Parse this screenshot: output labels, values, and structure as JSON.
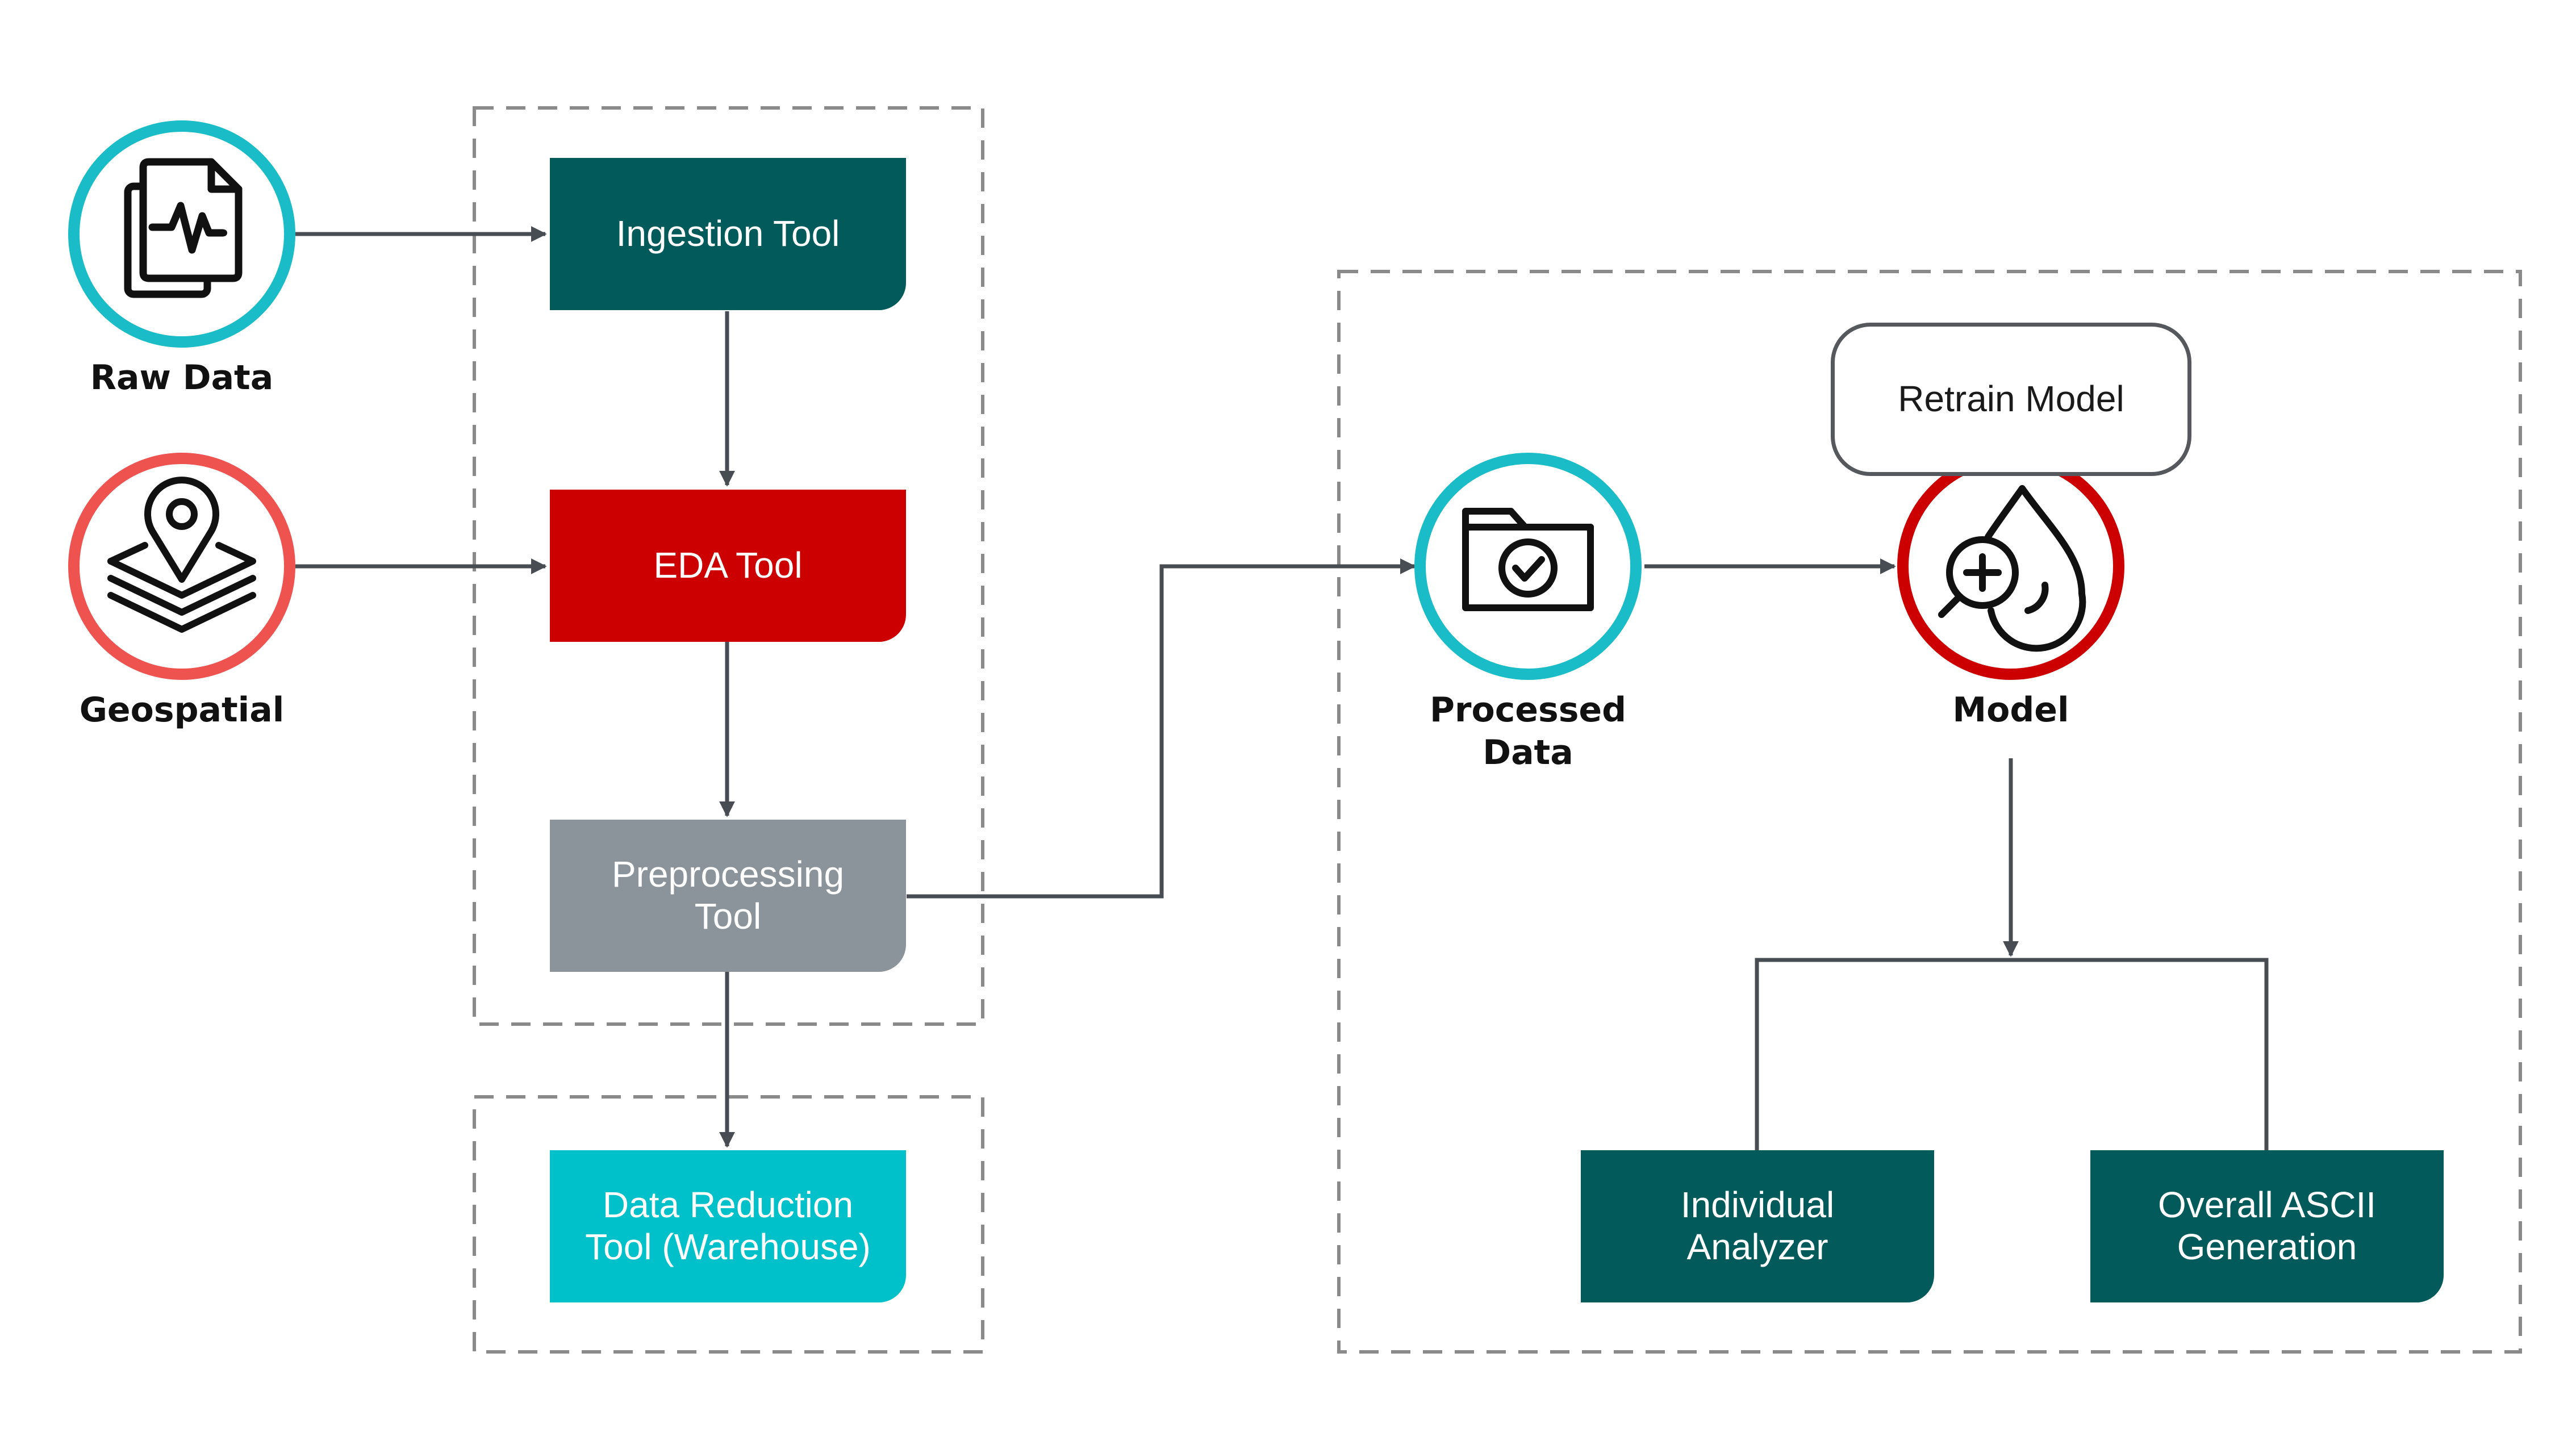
{
  "colors": {
    "teal_dark": "#025a5b",
    "red": "#cc0000",
    "gray": "#8c949b",
    "cyan": "#00c1c9",
    "cyan_ring": "#19bcc7",
    "red_ring": "#ee5350",
    "model_ring": "#cc0000",
    "arrow": "#484d53",
    "dash": "#8a8a8a"
  },
  "sources": {
    "raw_data": {
      "label": "Raw Data",
      "icon": "document-pulse-icon"
    },
    "geospatial": {
      "label": "Geospatial",
      "icon": "map-pin-layers-icon"
    }
  },
  "tools": {
    "ingestion": "Ingestion Tool",
    "eda": "EDA Tool",
    "preprocessing": "Preprocessing\nTool",
    "data_reduction": "Data Reduction\nTool (Warehouse)"
  },
  "processed": {
    "label": "Processed\nData",
    "icon": "folder-check-icon"
  },
  "model": {
    "label": "Model",
    "icon": "drop-magnifier-icon"
  },
  "retrain": "Retrain Model",
  "outputs": {
    "individual": "Individual\nAnalyzer",
    "overall": "Overall ASCII\nGeneration"
  }
}
